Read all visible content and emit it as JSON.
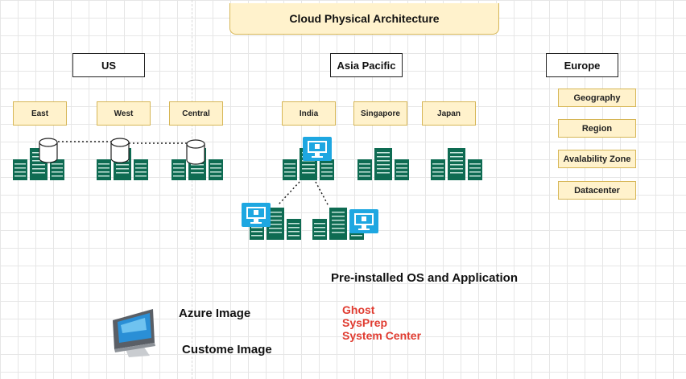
{
  "title": "Cloud Physical Architecture",
  "geographies": [
    {
      "label": "US",
      "zones": [
        "East",
        "West",
        "Central"
      ]
    },
    {
      "label": "Asia Pacific",
      "zones": [
        "India",
        "Singapore",
        "Japan"
      ]
    },
    {
      "label": "Europe"
    }
  ],
  "legend": [
    "Geography",
    "Region",
    "Avalability Zone",
    "Datacenter"
  ],
  "preinstalled_heading": "Pre-installed OS and Application",
  "image_labels": {
    "azure": "Azure Image",
    "custom": "Custome Image"
  },
  "tools": [
    "Ghost",
    "SysPrep",
    "System Center"
  ],
  "colors": {
    "server": "#0e6b52",
    "server_light": "#2b8a6c",
    "vm": "#1ea7e1",
    "tools_text": "#e03c31",
    "zone_fill": "#fff2cc",
    "zone_border": "#d6b656"
  },
  "icons": [
    "server-rack-icon",
    "database-disk-icon",
    "virtual-machine-icon",
    "computer-monitor-icon"
  ]
}
